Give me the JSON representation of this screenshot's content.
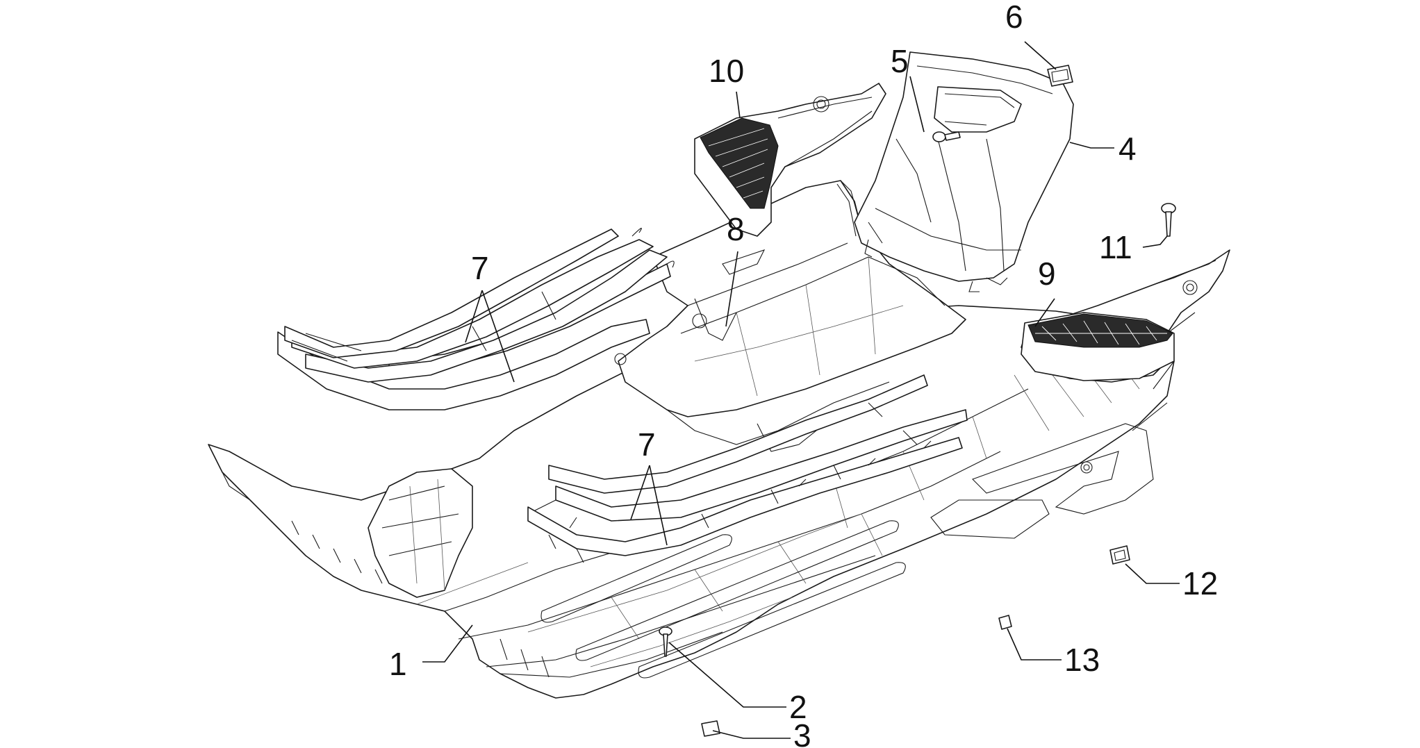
{
  "callouts": [
    {
      "id": "1",
      "label": "1"
    },
    {
      "id": "2",
      "label": "2"
    },
    {
      "id": "3",
      "label": "3"
    },
    {
      "id": "4",
      "label": "4"
    },
    {
      "id": "5",
      "label": "5"
    },
    {
      "id": "6",
      "label": "6"
    },
    {
      "id": "7a",
      "label": "7"
    },
    {
      "id": "7b",
      "label": "7"
    },
    {
      "id": "8",
      "label": "8"
    },
    {
      "id": "9",
      "label": "9"
    },
    {
      "id": "10",
      "label": "10"
    },
    {
      "id": "11",
      "label": "11"
    },
    {
      "id": "12",
      "label": "12"
    },
    {
      "id": "13",
      "label": "13"
    }
  ]
}
